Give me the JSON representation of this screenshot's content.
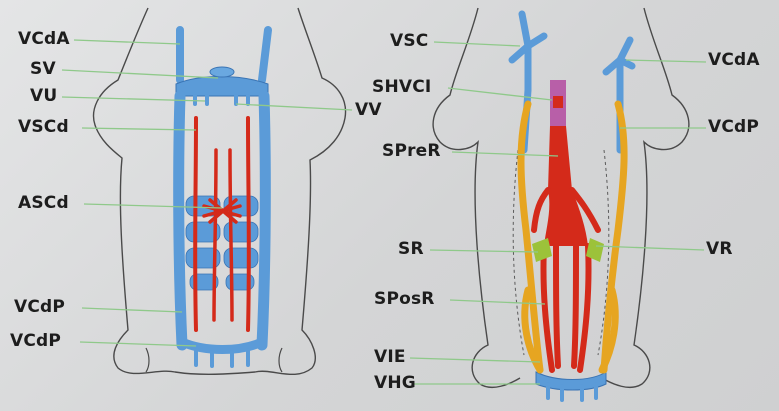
{
  "labels": {
    "left": {
      "vcda": "VCdA",
      "sv": "SV",
      "vu": "VU",
      "vscd": "VSCd",
      "ascd": "ASCd",
      "vcdp_upper": "VCdP",
      "vcdp_lower": "VCdP",
      "vv": "VV"
    },
    "right": {
      "vsc": "VSC",
      "shvci": "SHVCI",
      "sprer": "SPreR",
      "sr": "SR",
      "sposr": "SPosR",
      "vie": "VIE",
      "vhg": "VHG",
      "vcda": "VCdA",
      "vcdp": "VCdP",
      "vr": "VR"
    }
  },
  "colors": {
    "cardinal_system": "#5b9bd8",
    "cardinal_outline": "#3a74b4",
    "supracardinal_system": "#e6a521",
    "subcardinal_system": "#d42a1a",
    "hepatic_segment": "#b85fa8",
    "renal_anastomosis": "#9cc23a",
    "outline": "#4a4a4a",
    "leader_line": "#8fc98a"
  }
}
